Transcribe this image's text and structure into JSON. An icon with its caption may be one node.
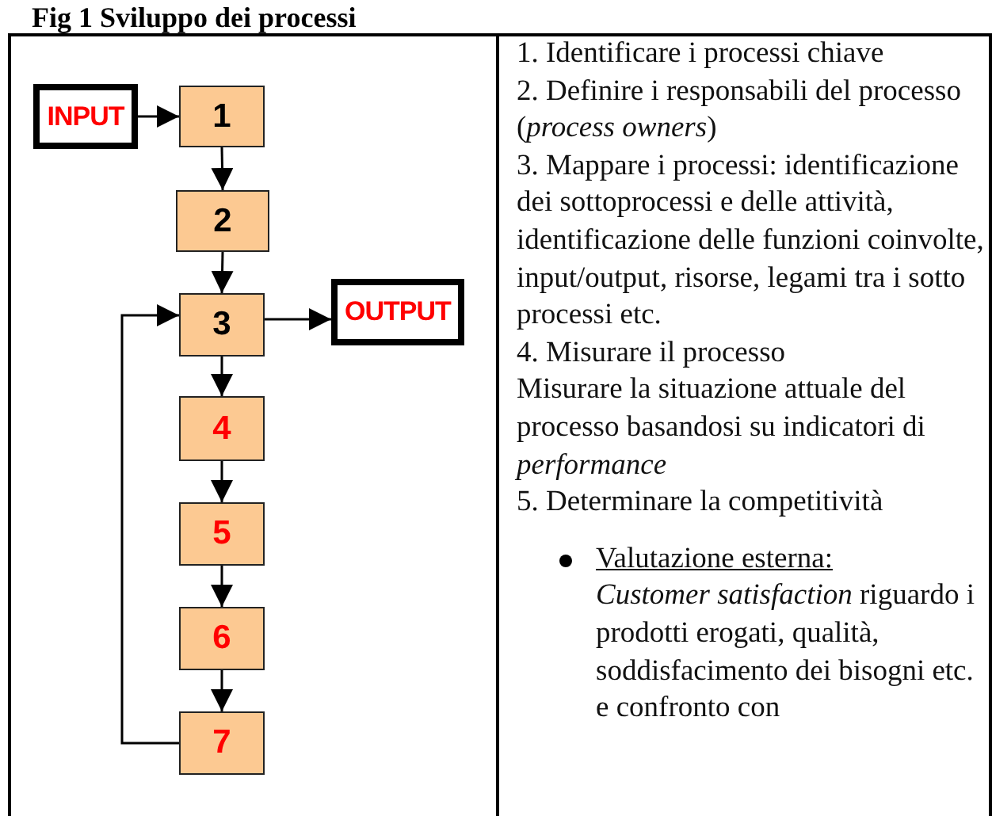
{
  "diagram": {
    "title": "Fig 1 Sviluppo dei processi",
    "nodes": [
      {
        "text": [
          "INPUT"
        ]
      },
      {
        "text": [
          "1"
        ]
      },
      {
        "text": [
          "2"
        ]
      },
      {
        "text": [
          "3"
        ]
      },
      {
        "text": [
          "OUTPUT"
        ]
      },
      {
        "text": [
          "4"
        ]
      },
      {
        "text": [
          "5"
        ]
      },
      {
        "text": [
          "6"
        ]
      },
      {
        "text": [
          "7"
        ]
      }
    ],
    "edges": [
      {
        "from": 0,
        "to": 1,
        "arrow": "to"
      },
      {
        "from": 1,
        "to": 2,
        "arrow": "to"
      },
      {
        "from": 2,
        "to": 3,
        "arrow": "to"
      },
      {
        "from": 3,
        "to": 4,
        "arrow": "to"
      },
      {
        "from": 3,
        "to": 5,
        "arrow": "to"
      },
      {
        "from": 5,
        "to": 6,
        "arrow": "to"
      },
      {
        "from": 6,
        "to": 7,
        "arrow": "to"
      },
      {
        "from": 7,
        "to": 8,
        "arrow": "to"
      },
      {
        "from": 8,
        "to": 3,
        "arrow": "to"
      }
    ],
    "labels": [
      "1. Identificare i processi chiave",
      "2. Definire i responsabili del processo (*process owners*)",
      "3. Mappare i processi: identificazione dei sottoprocessi e delle attività, identificazione delle funzioni coinvolte, input/output, risorse, legami tra i sotto processi etc.",
      "4. Misurare il processo",
      "Misurare la situazione attuale del processo basandosi su indicatori di *performance*",
      "5. Determinare la competitività",
      "Valutazione esterna:",
      "*Customer satisfaction* riguardo i prodotti erogati, qualità, soddisfacimento dei bisogni etc. e confronto con"
    ]
  }
}
